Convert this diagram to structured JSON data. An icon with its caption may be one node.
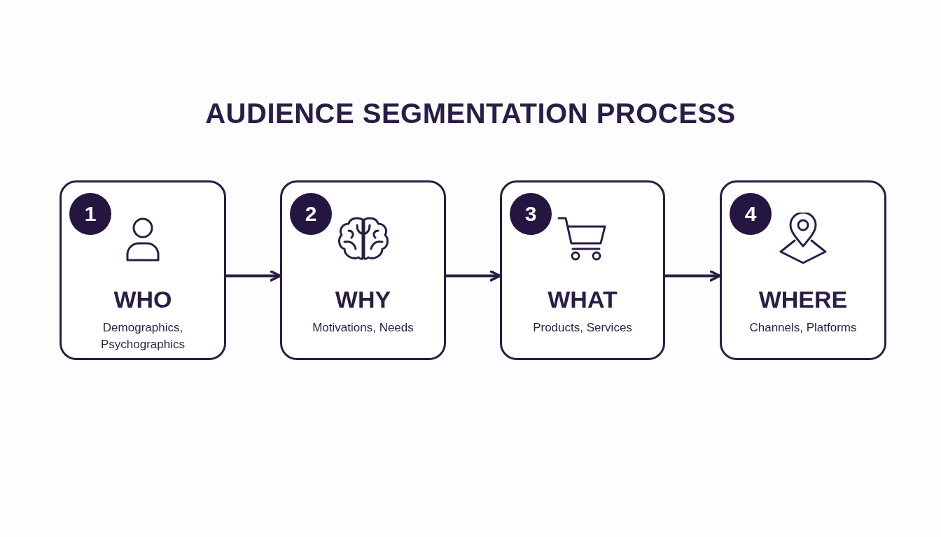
{
  "diagram": {
    "title": "AUDIENCE SEGMENTATION PROCESS",
    "nodes": [
      {
        "text": [
          "WHO",
          "Demographics, Psychographics"
        ]
      },
      {
        "text": [
          "1"
        ],
        "in": 0
      },
      {
        "text": [
          "WHY",
          "Motivations, Needs"
        ]
      },
      {
        "text": [
          "2"
        ],
        "in": 2
      },
      {
        "text": [
          "WHAT",
          "Products, Services"
        ]
      },
      {
        "text": [
          "3"
        ],
        "in": 4
      },
      {
        "text": [
          "WHERE",
          "Channels, Platforms"
        ]
      },
      {
        "text": [
          "4"
        ],
        "in": 6
      }
    ],
    "edges": [
      {
        "from": 0,
        "to": 2,
        "arrow": "to"
      },
      {
        "from": 2,
        "to": 4,
        "arrow": "to"
      },
      {
        "from": 4,
        "to": 6,
        "arrow": "to"
      }
    ]
  }
}
